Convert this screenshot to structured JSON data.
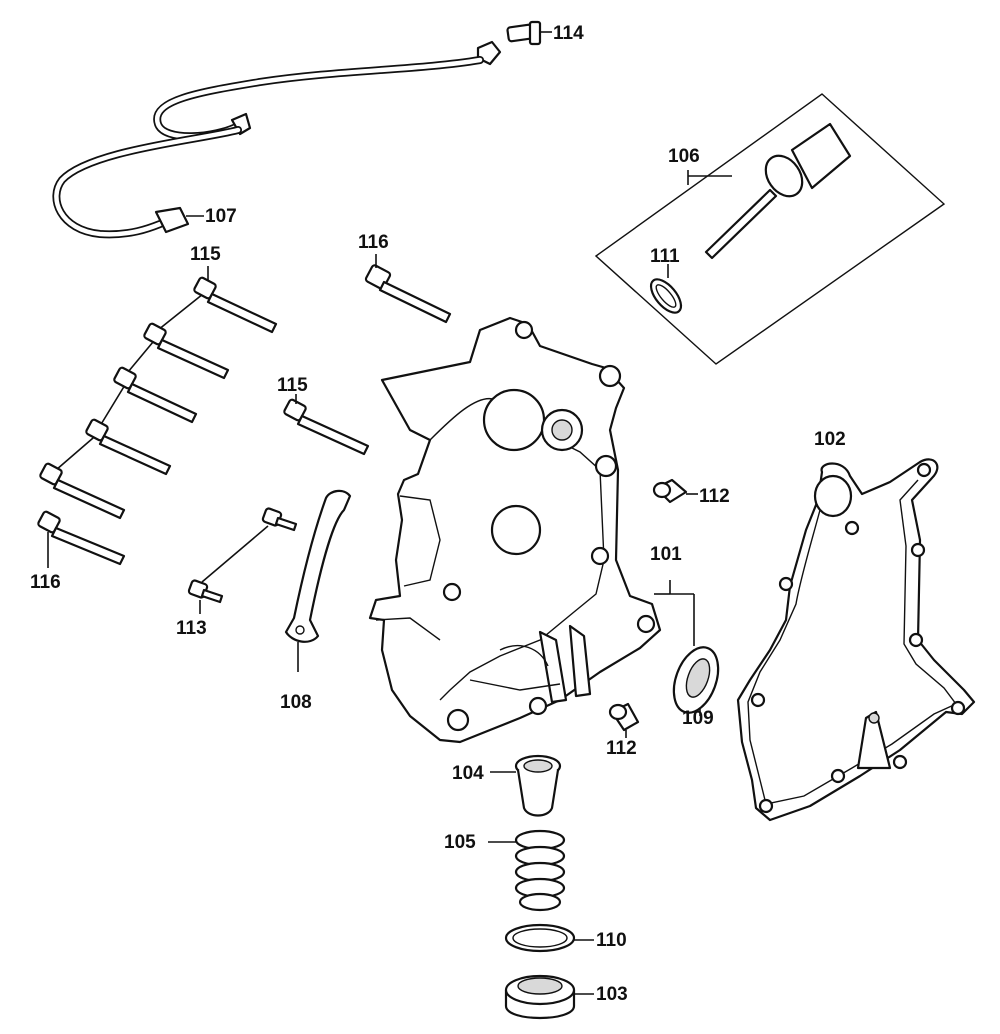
{
  "labels": {
    "l101": "101",
    "l102": "102",
    "l103": "103",
    "l104": "104",
    "l105": "105",
    "l106": "106",
    "l107": "107",
    "l108": "108",
    "l109": "109",
    "l110": "110",
    "l111": "111",
    "l112a": "112",
    "l112b": "112",
    "l113": "113",
    "l114": "114",
    "l115a": "115",
    "l115b": "115",
    "l116a": "116",
    "l116b": "116"
  }
}
